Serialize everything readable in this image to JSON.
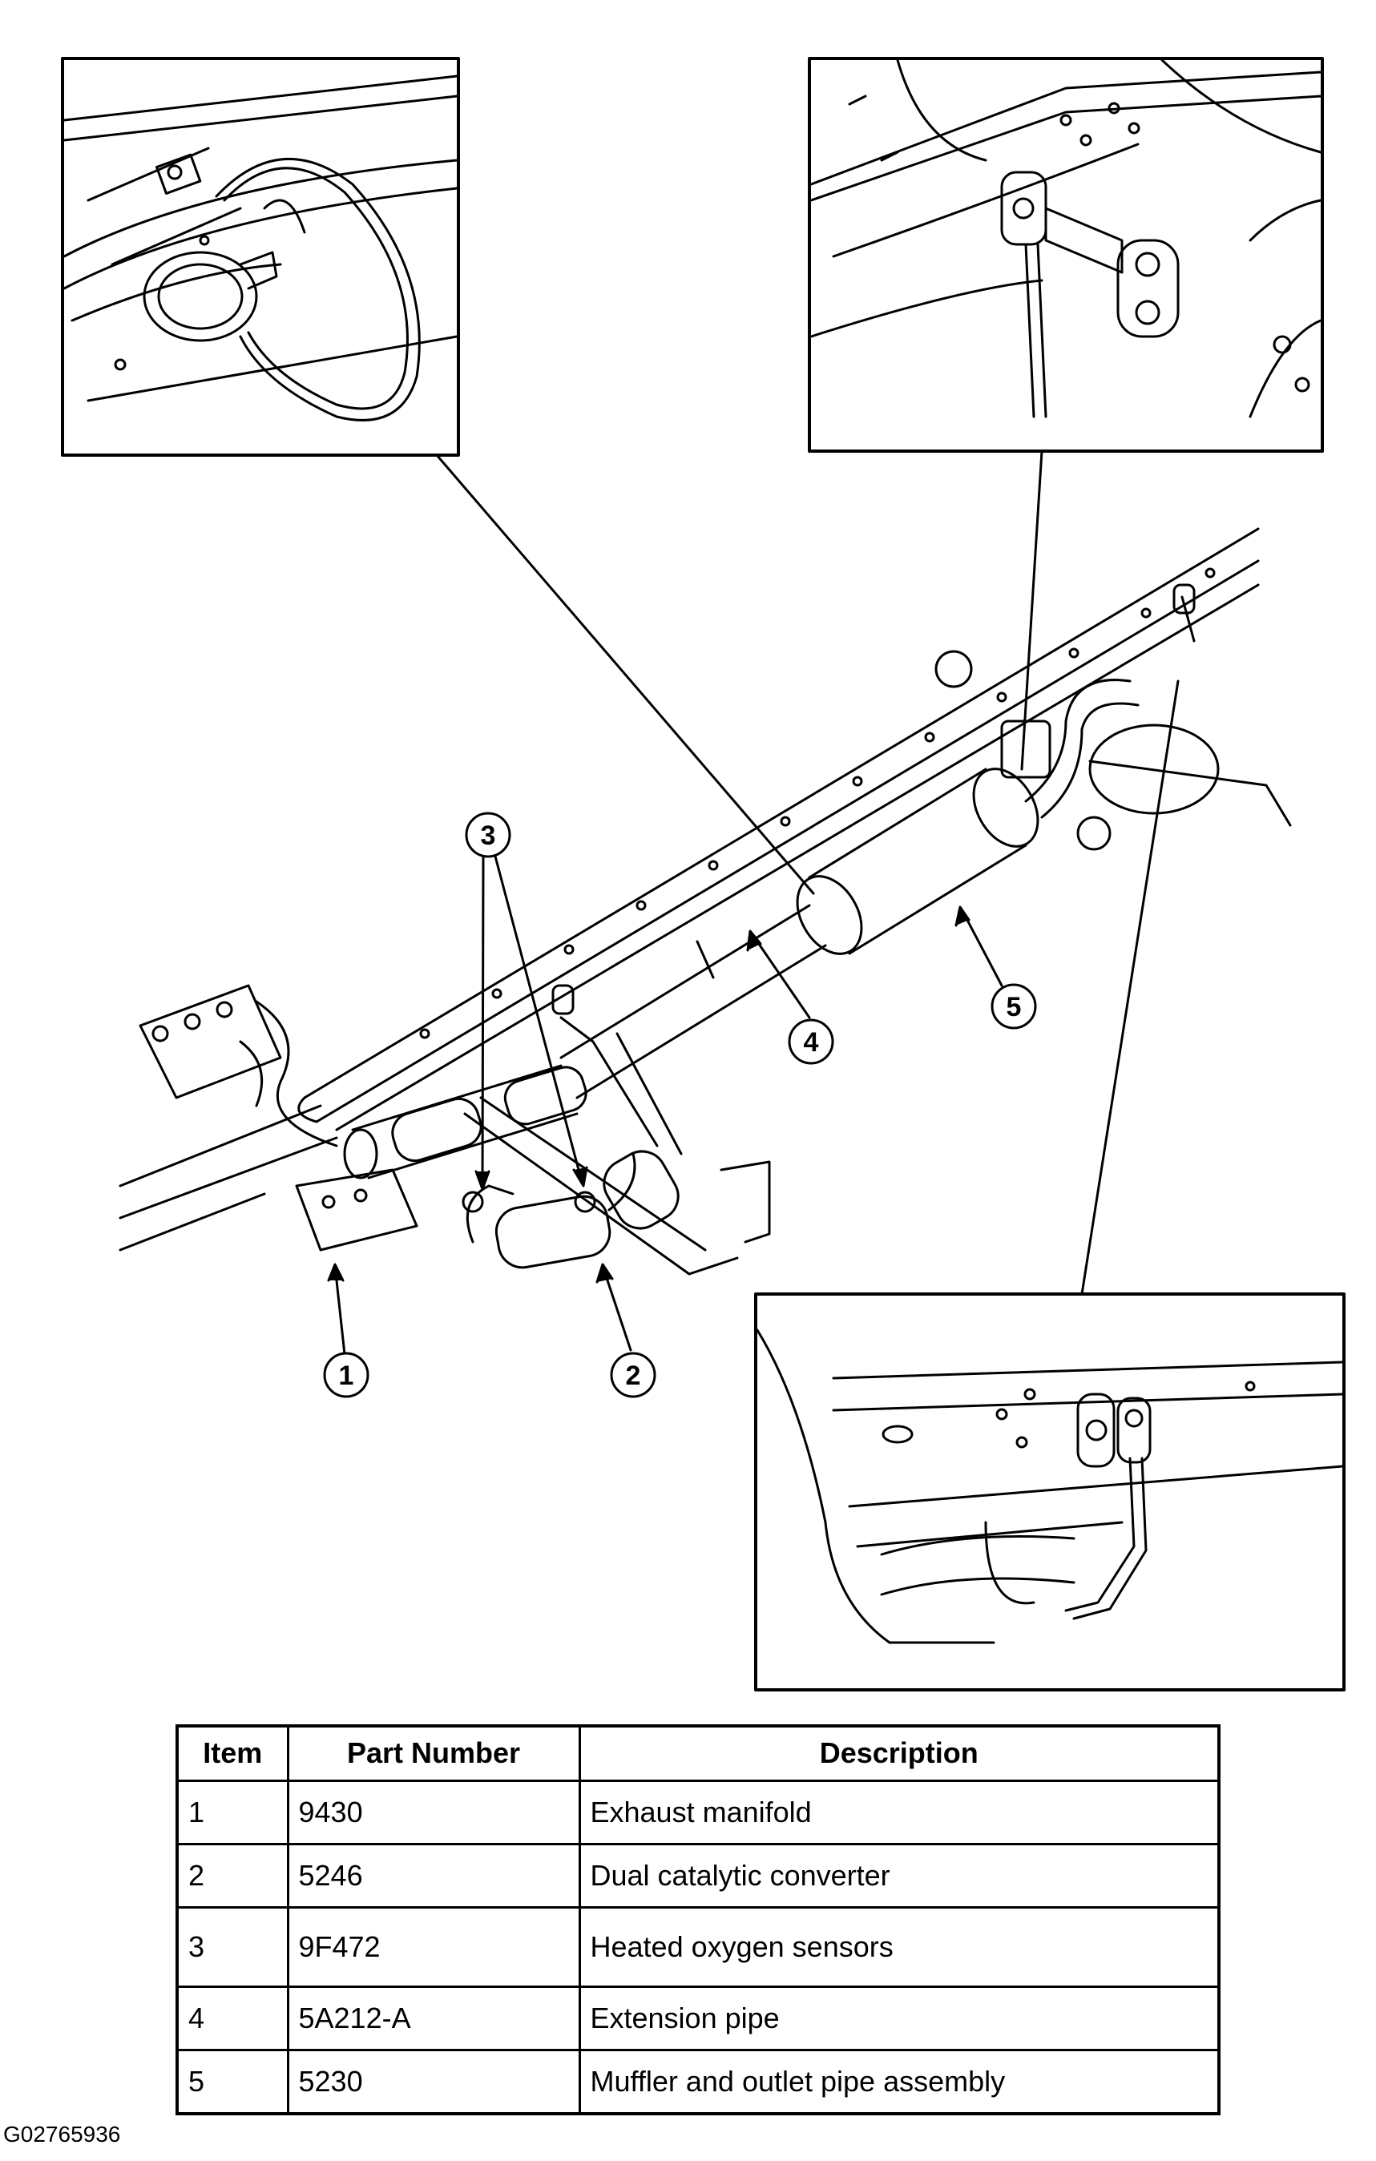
{
  "callouts": [
    "1",
    "2",
    "3",
    "4",
    "5"
  ],
  "table": {
    "headers": [
      "Item",
      "Part Number",
      "Description"
    ],
    "rows": [
      {
        "item": "1",
        "part": "9430",
        "desc": "Exhaust manifold"
      },
      {
        "item": "2",
        "part": "5246",
        "desc": "Dual catalytic converter"
      },
      {
        "item": "3",
        "part": "9F472",
        "desc": "Heated oxygen sensors"
      },
      {
        "item": "4",
        "part": "5A212-A",
        "desc": "Extension pipe"
      },
      {
        "item": "5",
        "part": "5230",
        "desc": "Muffler and outlet pipe assembly"
      }
    ]
  },
  "figure_id": "G02765936"
}
